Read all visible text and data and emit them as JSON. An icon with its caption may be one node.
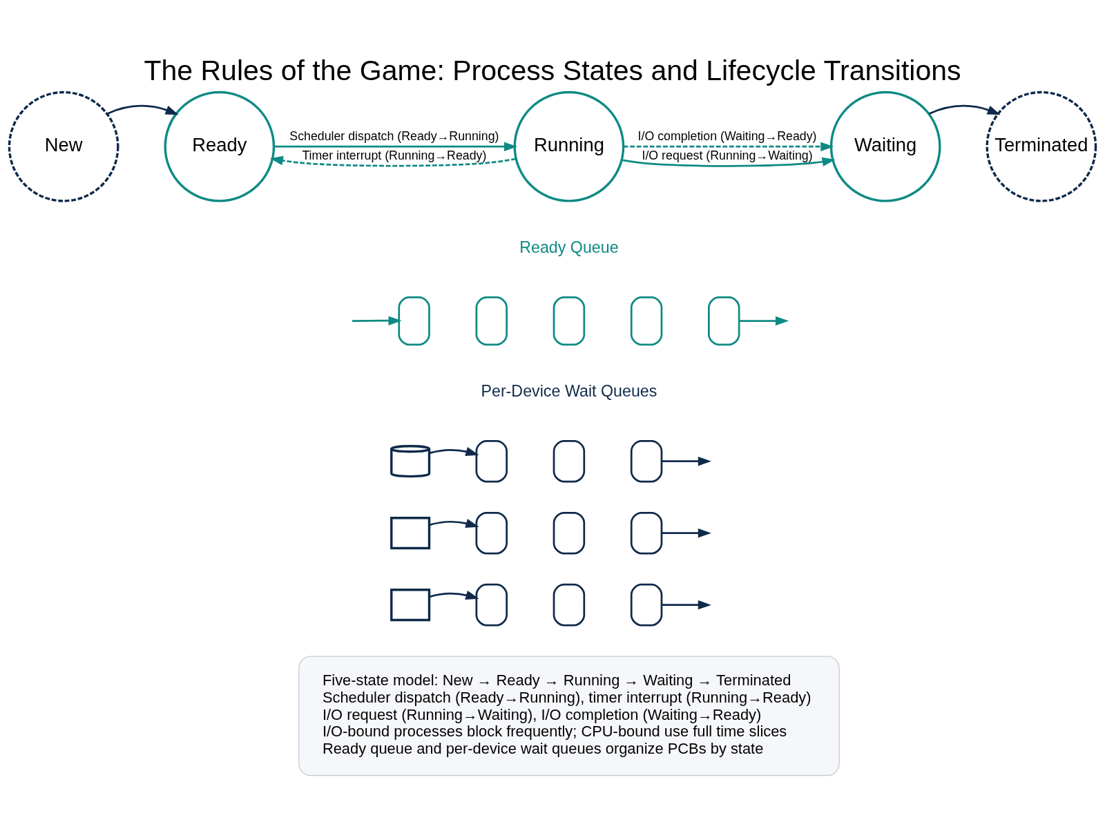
{
  "diagram": {
    "title": "The Rules of the Game: Process States and Lifecycle Transitions",
    "nodes": [
      {
        "text": [
          "New"
        ]
      },
      {
        "text": [
          "Ready"
        ]
      },
      {
        "text": [
          "Running"
        ]
      },
      {
        "text": [
          "Waiting"
        ]
      },
      {
        "text": [
          "Terminated"
        ]
      },
      {
        "text": [
          "Five-state model: New → Ready → Running → Waiting → Terminated",
          "Scheduler dispatch (Ready→Running), timer interrupt (Running→Ready)",
          "I/O request (Running→Waiting), I/O completion (Waiting→Ready)",
          "I/O-bound processes block frequently; CPU-bound use full time slices",
          "Ready queue and per-device wait queues organize PCBs by state"
        ]
      },
      {
        "text": [],
        "shape": "box"
      },
      {
        "text": [],
        "shape": "box"
      },
      {
        "text": [],
        "shape": "box"
      },
      {
        "text": [],
        "shape": "box"
      },
      {
        "text": [],
        "shape": "box"
      },
      {
        "text": [],
        "shape": "cylinder"
      },
      {
        "text": [],
        "shape": "box"
      },
      {
        "text": [],
        "shape": "box"
      },
      {
        "text": [],
        "shape": "box"
      },
      {
        "text": [],
        "shape": "box"
      },
      {
        "text": [],
        "shape": "box"
      },
      {
        "text": [],
        "shape": "box"
      },
      {
        "text": [],
        "shape": "box"
      },
      {
        "text": [],
        "shape": "box"
      },
      {
        "text": [],
        "shape": "box"
      },
      {
        "text": [],
        "shape": "box"
      },
      {
        "text": [],
        "shape": "box"
      }
    ],
    "edges": [
      {
        "from": 0,
        "to": 1,
        "arrow": "to"
      },
      {
        "from": 1,
        "to": 2,
        "arrow": "to",
        "label": "Scheduler dispatch (Ready→Running)",
        "color": "#0e8a84"
      },
      {
        "from": 2,
        "to": 3,
        "arrow": "to",
        "label": "I/O request (Running→Waiting)",
        "color": "#0e8a84"
      },
      {
        "from": 3,
        "to": 4,
        "arrow": "to"
      },
      {
        "from": 2,
        "to": 1,
        "arrow": "to",
        "label": "Timer interrupt (Running→Ready)",
        "style": "dashed",
        "color": "#0e8a84"
      },
      {
        "from": 2,
        "to": 3,
        "arrow": "to",
        "label": "I/O completion (Waiting→Ready)",
        "style": "dashed",
        "color": "#0e8a84"
      },
      {
        "from": null,
        "to": 6,
        "arrow": "to",
        "color": "#0e8a84"
      },
      {
        "from": 10,
        "to": null,
        "arrow": "to",
        "color": "#0e8a84"
      },
      {
        "from": 11,
        "to": 12,
        "arrow": "to"
      },
      {
        "from": 14,
        "to": null,
        "arrow": "to"
      },
      {
        "from": 15,
        "to": 16,
        "arrow": "to"
      },
      {
        "from": 18,
        "to": null,
        "arrow": "to"
      },
      {
        "from": 19,
        "to": 20,
        "arrow": "to"
      },
      {
        "from": 22,
        "to": null,
        "arrow": "to"
      }
    ],
    "labels": [
      "Ready Queue",
      "Per-Device Wait Queues"
    ]
  }
}
